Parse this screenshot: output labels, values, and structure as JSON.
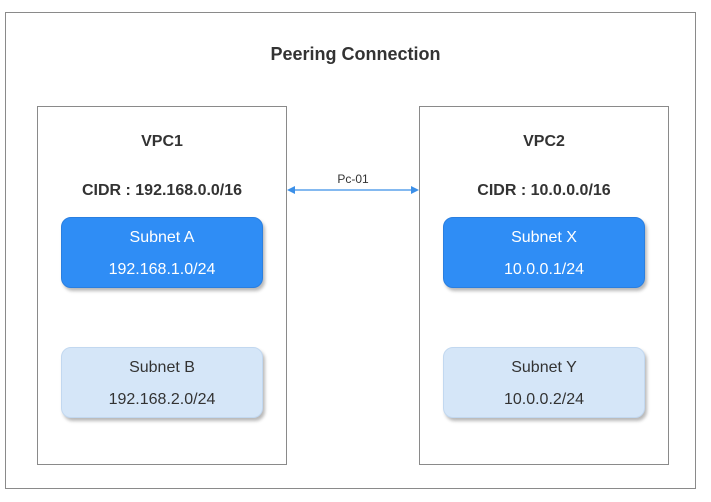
{
  "title": "Peering Connection",
  "connection": {
    "label": "Pc-01",
    "color": "#3b8fe8"
  },
  "vpcs": [
    {
      "name": "VPC1",
      "cidr": "CIDR : 192.168.0.0/16",
      "subnets": [
        {
          "name": "Subnet A",
          "cidr": "192.168.1.0/24",
          "style": "primary"
        },
        {
          "name": "Subnet B",
          "cidr": "192.168.2.0/24",
          "style": "secondary"
        }
      ]
    },
    {
      "name": "VPC2",
      "cidr": "CIDR : 10.0.0.0/16",
      "subnets": [
        {
          "name": "Subnet X",
          "cidr": "10.0.0.1/24",
          "style": "primary"
        },
        {
          "name": "Subnet Y",
          "cidr": "10.0.0.2/24",
          "style": "secondary"
        }
      ]
    }
  ],
  "colors": {
    "primary_subnet": "#2f8df5",
    "secondary_subnet": "#d5e6f8",
    "border": "#8a8a8a"
  }
}
